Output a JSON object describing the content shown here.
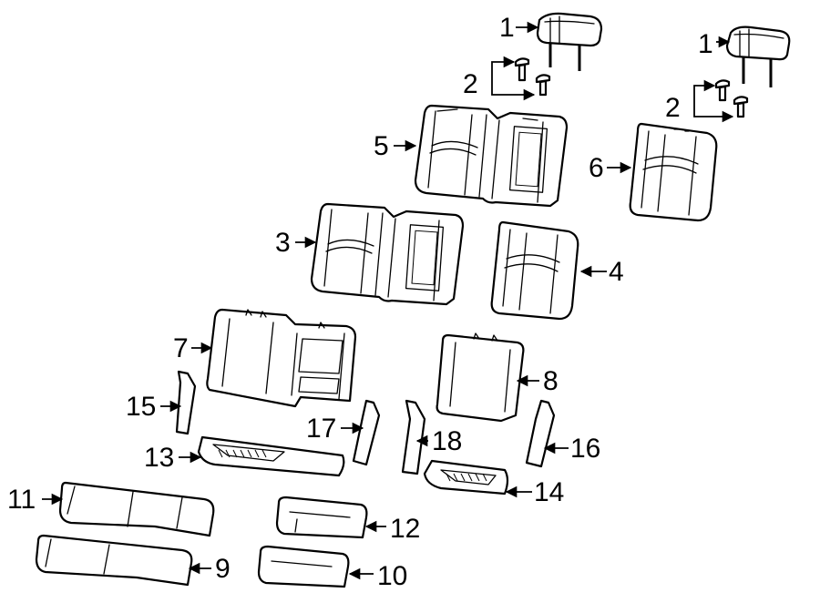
{
  "callouts": {
    "c1a": "1",
    "c1b": "1",
    "c2a": "2",
    "c2b": "2",
    "c3": "3",
    "c4": "4",
    "c5": "5",
    "c6": "6",
    "c7": "7",
    "c8": "8",
    "c9": "9",
    "c10": "10",
    "c11": "11",
    "c12": "12",
    "c13": "13",
    "c14": "14",
    "c15": "15",
    "c16": "16",
    "c17": "17",
    "c18": "18"
  },
  "colors": {
    "line": "#000000",
    "background": "#ffffff"
  }
}
